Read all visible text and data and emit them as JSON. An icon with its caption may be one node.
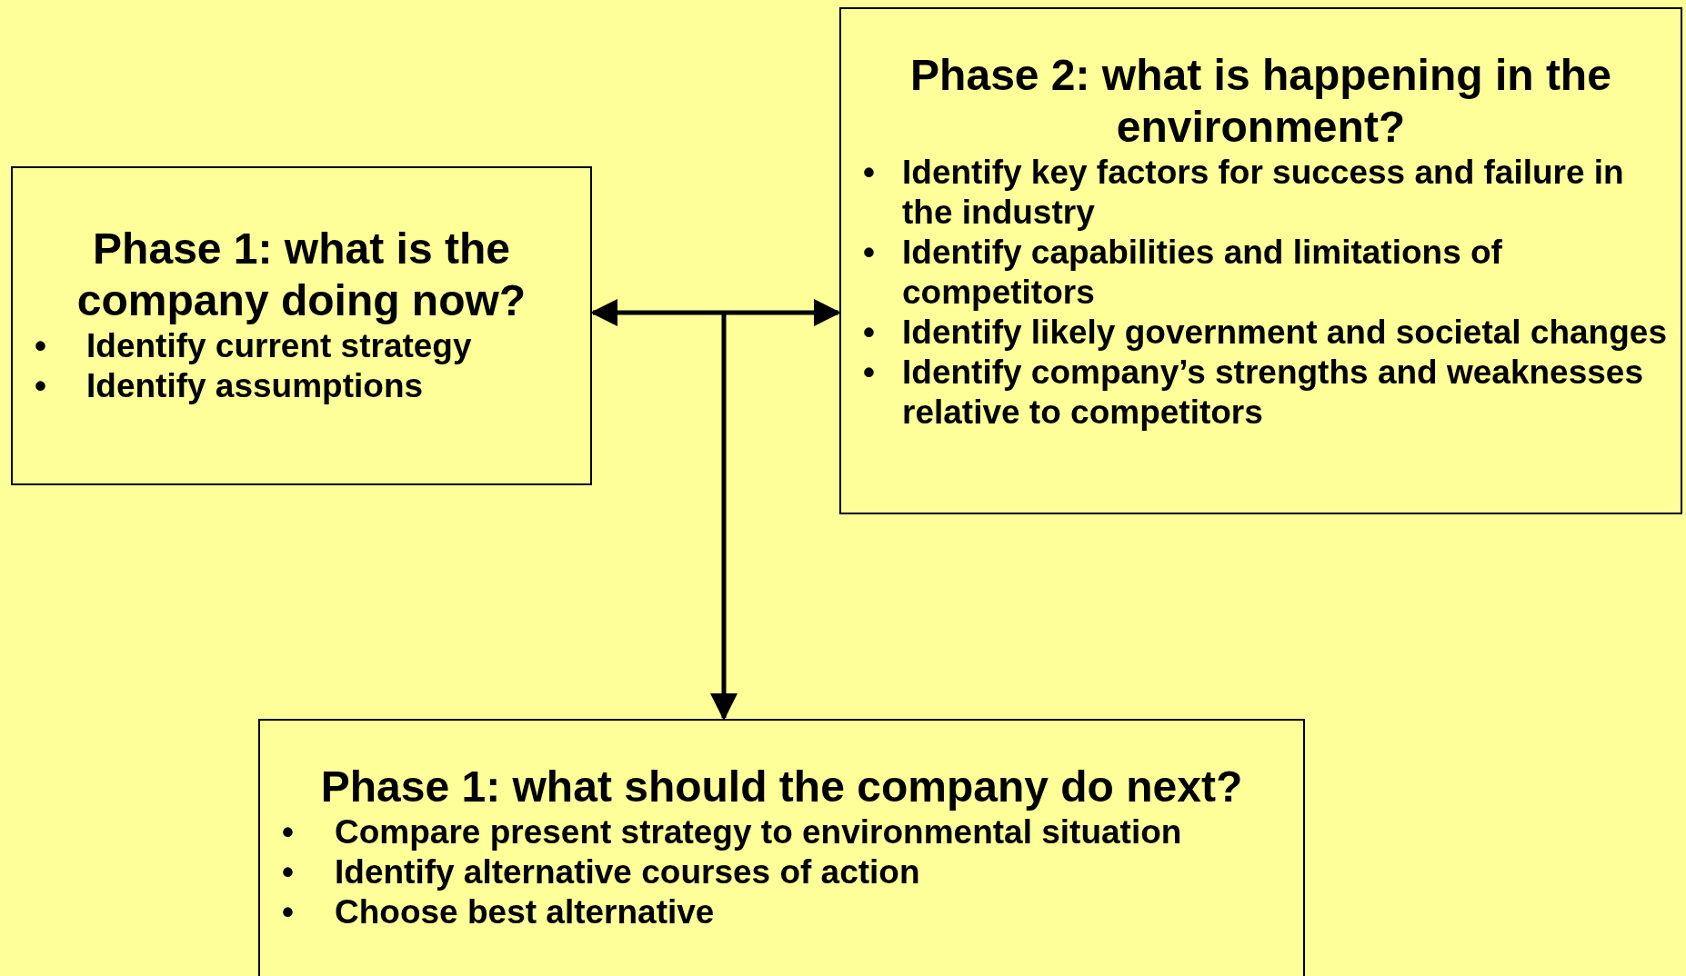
{
  "diagram": {
    "nodes": [
      {
        "text": [
          "Phase 1: what is the company doing now?",
          "•",
          "Identify current strategy",
          "•",
          "Identify assumptions"
        ]
      },
      {
        "text": [
          "Phase 2: what is happening in the environment?",
          "•",
          "Identify key factors for success and failure in the industry",
          "•",
          "Identify capabilities and limitations of competitors",
          "•",
          "Identify likely government and societal changes",
          "•",
          "Identify company’s strengths and weaknesses relative to competitors"
        ]
      },
      {
        "text": [
          "Phase 1: what should the company do next?",
          "•",
          "Compare present strategy to environmental situation",
          "•",
          "Identify alternative courses of action",
          "•",
          "Choose best alternative"
        ]
      }
    ],
    "edges": [
      {
        "from": 0,
        "to": 1,
        "arrow": "both"
      },
      {
        "from": null,
        "to": 2,
        "arrow": "to"
      }
    ]
  }
}
